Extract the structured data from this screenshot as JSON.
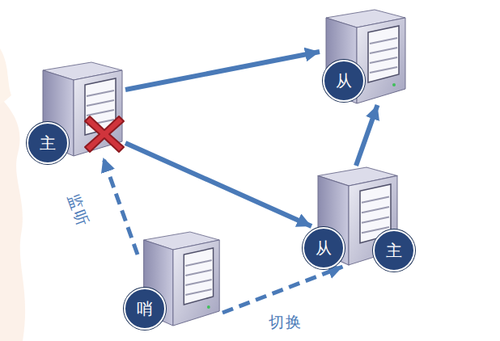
{
  "diagram": {
    "nodes": [
      {
        "text": [
          "主"
        ]
      },
      {
        "text": [
          "从"
        ]
      },
      {
        "text": [
          "从",
          "主"
        ]
      },
      {
        "text": [
          "哨"
        ]
      }
    ],
    "edges": [
      {
        "from": 0,
        "to": 1,
        "arrow": "to"
      },
      {
        "from": 0,
        "to": 2,
        "arrow": "to"
      },
      {
        "from": 2,
        "to": 1,
        "arrow": "to"
      },
      {
        "from": 3,
        "to": 0,
        "arrow": "to",
        "label": "监听"
      },
      {
        "from": 3,
        "to": 2,
        "arrow": "to",
        "label": "切换"
      }
    ]
  }
}
